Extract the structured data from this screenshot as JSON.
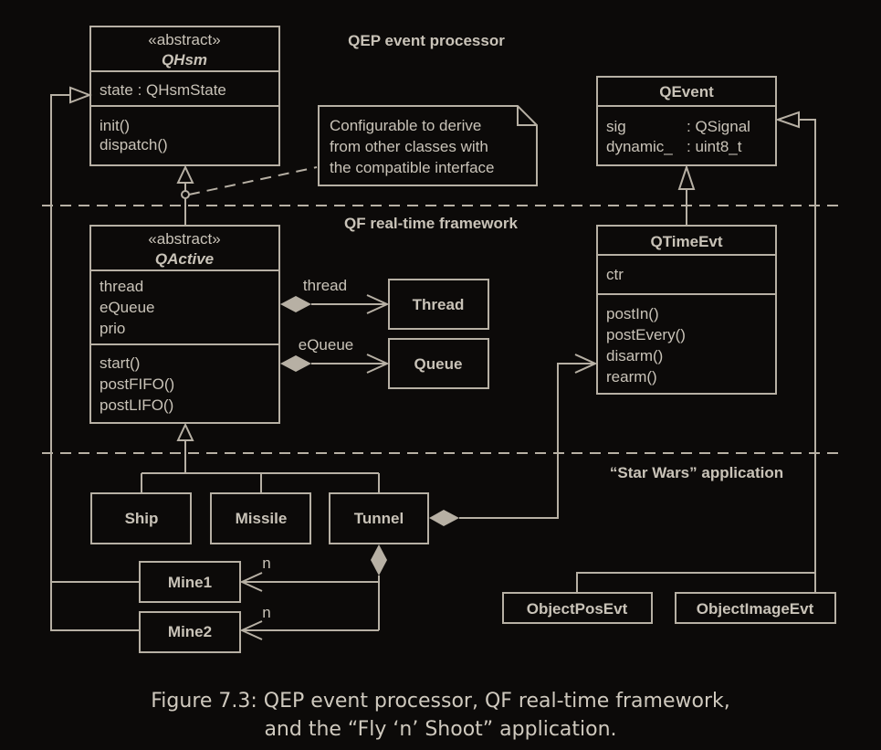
{
  "sections": {
    "qep": "QEP event processor",
    "qf": "QF real-time framework",
    "app": "“Star Wars” application"
  },
  "note": {
    "lines": [
      "Configurable to derive",
      "from other classes with",
      "the compatible interface"
    ]
  },
  "classes": {
    "qhsm": {
      "stereotype": "«abstract»",
      "name": "QHsm",
      "attributes": [
        "state : QHsmState"
      ],
      "operations": [
        "init()",
        "dispatch()"
      ]
    },
    "qactive": {
      "stereotype": "«abstract»",
      "name": "QActive",
      "attributes": [
        "thread",
        "eQueue",
        "prio"
      ],
      "operations": [
        "start()",
        "postFIFO()",
        "postLIFO()"
      ]
    },
    "qevent": {
      "name": "QEvent",
      "attributes": [
        {
          "name": "sig",
          "type": ": QSignal"
        },
        {
          "name": "dynamic_",
          "type": ": uint8_t"
        }
      ]
    },
    "qtimeevt": {
      "name": "QTimeEvt",
      "attributes": [
        "ctr"
      ],
      "operations": [
        "postIn()",
        "postEvery()",
        "disarm()",
        "rearm()"
      ]
    },
    "thread": {
      "name": "Thread"
    },
    "queue": {
      "name": "Queue"
    },
    "ship": {
      "name": "Ship"
    },
    "missile": {
      "name": "Missile"
    },
    "tunnel": {
      "name": "Tunnel"
    },
    "mine1": {
      "name": "Mine1"
    },
    "mine2": {
      "name": "Mine2"
    },
    "objectposevt": {
      "name": "ObjectPosEvt"
    },
    "objectimageevt": {
      "name": "ObjectImageEvt"
    }
  },
  "associations": {
    "thread_role": "thread",
    "equeue_role": "eQueue",
    "mine1_mult": "n",
    "mine2_mult": "n"
  },
  "caption": {
    "line1": "Figure 7.3:  QEP event processor, QF real-time framework,",
    "line2": "and the “Fly ‘n’ Shoot” application."
  }
}
